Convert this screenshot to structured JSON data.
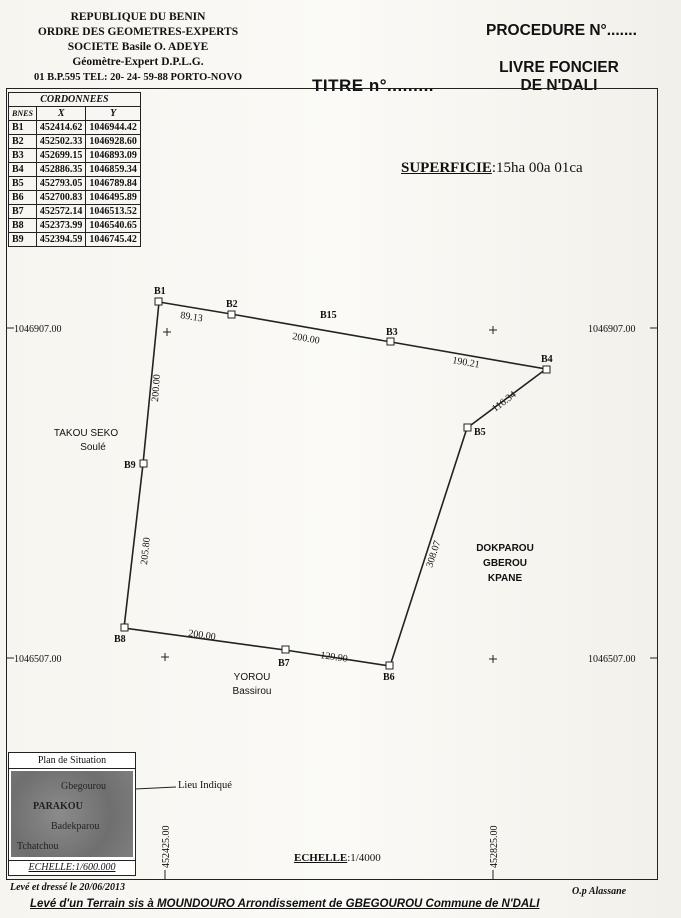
{
  "header": {
    "line1": "REPUBLIQUE DU BENIN",
    "line2": "ORDRE DES GEOMETRES-EXPERTS",
    "line3": "SOCIETE Basile O. ADEYE",
    "line4": "Géomètre-Expert D.P.L.G.",
    "line5": "01 B.P.595 TEL: 20- 24- 59-88 PORTO-NOVO"
  },
  "titre": "TITRE n°.........",
  "procedure": "PROCEDURE N°.......",
  "livre_foncier": [
    "LIVRE FONCIER",
    "DE N'DALI"
  ],
  "coords_table": {
    "title": "CORDONNEES",
    "headers": [
      "BNES",
      "X",
      "Y"
    ],
    "rows": [
      [
        "B1",
        "452414.62",
        "1046944.42"
      ],
      [
        "B2",
        "452502.33",
        "1046928.60"
      ],
      [
        "B3",
        "452699.15",
        "1046893.09"
      ],
      [
        "B4",
        "452886.35",
        "1046859.34"
      ],
      [
        "B5",
        "452793.05",
        "1046789.84"
      ],
      [
        "B6",
        "452700.83",
        "1046495.89"
      ],
      [
        "B7",
        "452572.14",
        "1046513.52"
      ],
      [
        "B8",
        "452373.99",
        "1046540.65"
      ],
      [
        "B9",
        "452394.59",
        "1046745.42"
      ]
    ]
  },
  "superficie": {
    "label": "SUPERFICIE",
    "value": ":15ha 00a 01ca"
  },
  "plan": {
    "grid_labels": {
      "left_top": "1046907.00",
      "right_top": "1046907.00",
      "left_bottom": "1046507.00",
      "right_bottom": "1046507.00",
      "x_left": "452425.00",
      "x_right": "452825.00"
    },
    "points": [
      "B1",
      "B2",
      "B3",
      "B4",
      "B5",
      "B6",
      "B7",
      "B8",
      "B9"
    ],
    "extra_point": "B15",
    "distances": [
      "89.13",
      "200.00",
      "190.21",
      "116.34",
      "308.07",
      "129.90",
      "200.00",
      "205.80",
      "200.00"
    ],
    "neighbours": {
      "west": [
        "TAKOU SEKO",
        "Soulé"
      ],
      "east": [
        "DOKPAROU",
        "GBEROU",
        "KPANE"
      ],
      "south": [
        "YOROU",
        "Bassirou"
      ]
    }
  },
  "situation": {
    "title": "Plan de Situation",
    "places": [
      "Gbegourou",
      "PARAKOU",
      "Badekparou",
      "Tchatchou"
    ],
    "scale": "ECHELLE:1/600.000",
    "lieu": "Lieu Indiqué"
  },
  "echelle": {
    "label": "ECHELLE",
    "value": ":1/4000"
  },
  "leve_date": "Levé et dressé le 20/06/2013",
  "operator": "O.p Alassane",
  "footer": "Levé d'un Terrain sis à MOUNDOURO Arrondissement de GBEGOUROU Commune de N'DALI"
}
